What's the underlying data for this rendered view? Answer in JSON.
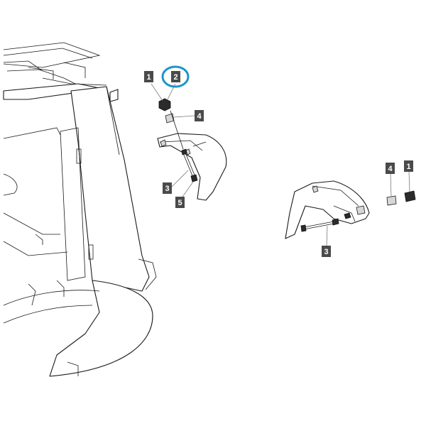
{
  "diagram": {
    "highlight_color": "#1f93c9",
    "callout_color": "#4a4a4a",
    "callouts": {
      "left_1": "1",
      "left_2": "2",
      "left_4": "4",
      "left_3": "3",
      "left_5": "5",
      "right_4": "4",
      "right_1": "1",
      "right_3": "3"
    },
    "highlighted_part": "2"
  }
}
